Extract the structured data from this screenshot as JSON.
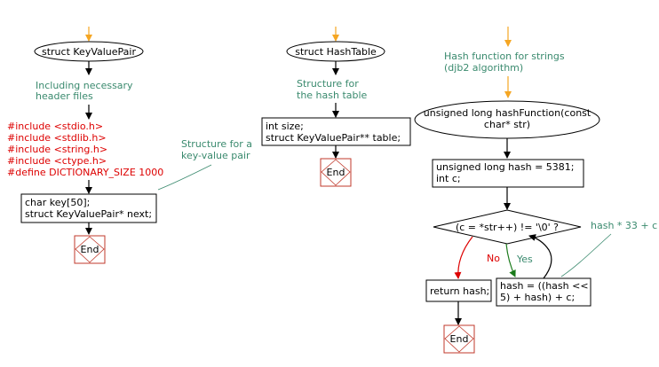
{
  "colors": {
    "comment_text": "#3a8a6e",
    "code_text": "#000000",
    "preprocessor_text": "#dd0000",
    "start_arrow": "#f5a623",
    "no_branch": "#dd0000",
    "yes_branch": "#1a7a1a",
    "end_border": "#c0392b"
  },
  "flow1": {
    "start_label": "struct KeyValuePair",
    "comment_lines": [
      "Including necessary",
      "header files"
    ],
    "include_lines": [
      "#include <stdio.h>",
      "#include <stdlib.h>",
      "#include <string.h>",
      "#include <ctype.h>",
      "#define DICTIONARY_SIZE 1000"
    ],
    "note_lines": [
      "Structure for a",
      "key-value pair"
    ],
    "fields_lines": [
      "char key[50];",
      "struct KeyValuePair* next;"
    ],
    "end_label": "End"
  },
  "flow2": {
    "start_label": "struct HashTable",
    "comment_lines": [
      "Structure for",
      "the hash table"
    ],
    "fields_lines": [
      "int size;",
      "struct KeyValuePair** table;"
    ],
    "end_label": "End"
  },
  "flow3": {
    "comment_lines": [
      "Hash function for strings",
      "(djb2 algorithm)"
    ],
    "start_lines": [
      "unsigned long hashFunction(const",
      "char* str)"
    ],
    "init_lines": [
      "unsigned long hash = 5381;",
      "int c;"
    ],
    "condition_label": "(c = *str++) != '\\0' ?",
    "note_label": "hash * 33 + c",
    "no_label": "No",
    "yes_label": "Yes",
    "return_label": "return hash;",
    "update_lines": [
      "hash = ((hash <<",
      "5) + hash) + c;"
    ],
    "end_label": "End"
  }
}
